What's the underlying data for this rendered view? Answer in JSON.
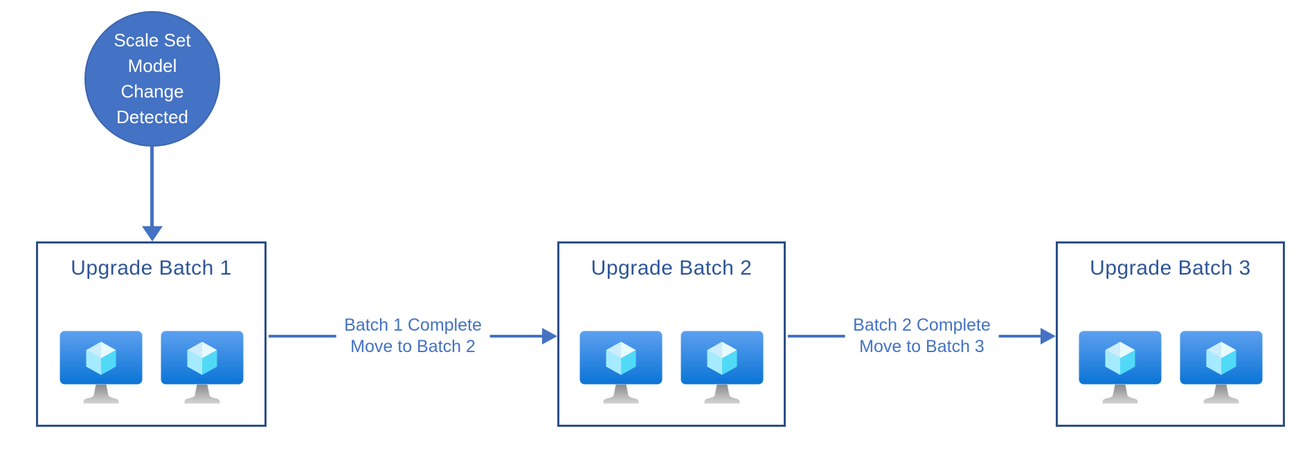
{
  "colors": {
    "background": "#FFFFFF",
    "node_fill": "#4472C4",
    "node_stroke": "#3C66AE",
    "node_text": "#FFFFFF",
    "arrow": "#4472C4",
    "box_border": "#2B4E87",
    "box_bg": "#FFFFFF",
    "title_text": "#2E5597",
    "label_text": "#4472C4"
  },
  "start_node": {
    "lines": [
      "Scale Set",
      "Model",
      "Change",
      "Detected"
    ]
  },
  "batches": [
    {
      "title": "Upgrade Batch 1",
      "vm_count": 2
    },
    {
      "title": "Upgrade Batch 2",
      "vm_count": 2
    },
    {
      "title": "Upgrade Batch 3",
      "vm_count": 2
    }
  ],
  "flow_arrows": [
    {
      "line1": "Batch 1 Complete",
      "line2": "Move to Batch 2"
    },
    {
      "line1": "Batch 2 Complete",
      "line2": "Move to Batch 3"
    }
  ],
  "icons": {
    "vm_icon": "azure-virtual-machine-icon",
    "vm_icon_colors": {
      "screen_top": "#5EA0EF",
      "screen_bottom": "#0A74D6",
      "cube_light": "#E7FAFF",
      "cube_mid": "#A5EBFF",
      "cube_dark": "#50DAF8",
      "stand": "#B0B0B0"
    }
  }
}
